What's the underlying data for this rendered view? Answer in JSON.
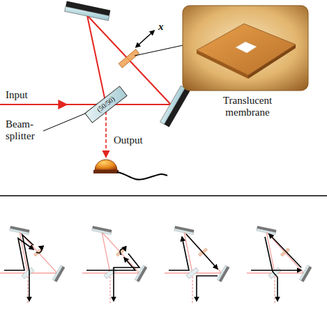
{
  "diagram": {
    "nodes": [
      {
        "text": [
          "(50/50)"
        ]
      },
      {
        "text": [
          "Translucent membrane"
        ]
      }
    ],
    "labels": [
      "Input",
      "Beam- splitter",
      "Output",
      "x"
    ]
  }
}
